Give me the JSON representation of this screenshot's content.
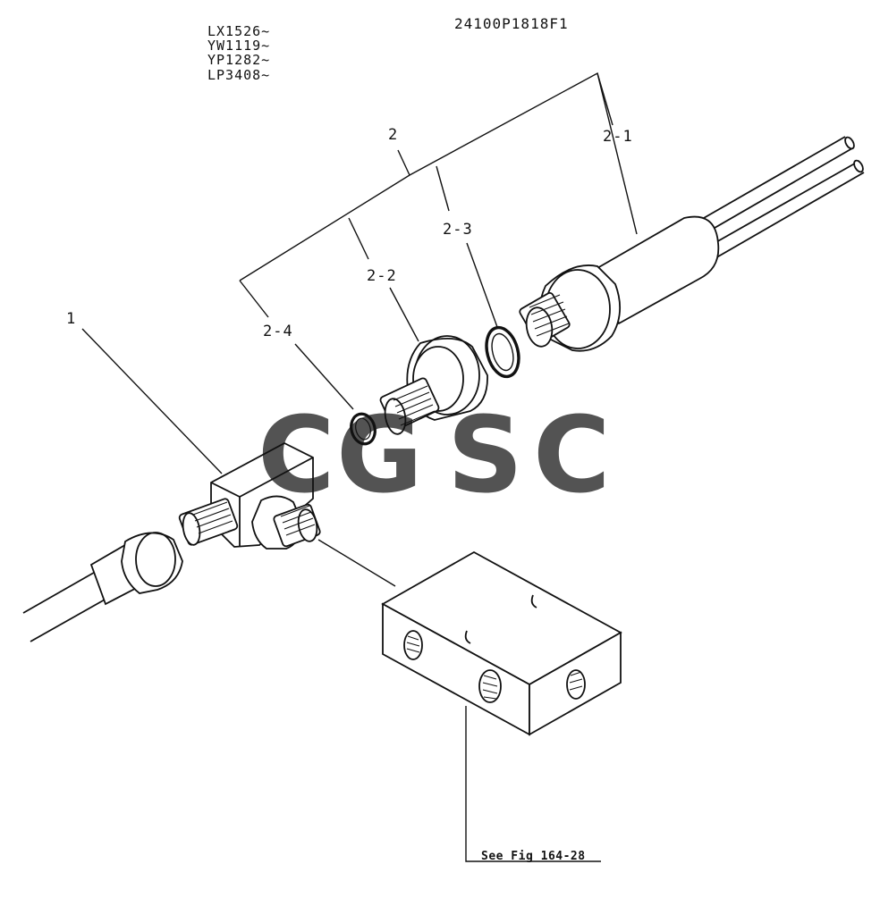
{
  "drawing_code": "24100P1818F1",
  "serial_ranges": [
    "LX1526~",
    "YW1119~",
    "YP1282~",
    "LP3408~"
  ],
  "callouts": {
    "item_1": "1",
    "item_2": "2",
    "item_2_1": "2-1",
    "item_2_2": "2-2",
    "item_2_3": "2-3",
    "item_2_4": "2-4"
  },
  "reference_note": "See Fig 164-28",
  "watermark": {
    "letters": [
      "C",
      "G",
      "S",
      "C"
    ],
    "colors": [
      "#4f8ff0",
      "#f07a6e",
      "#f5c840",
      "#4fb58a"
    ]
  }
}
